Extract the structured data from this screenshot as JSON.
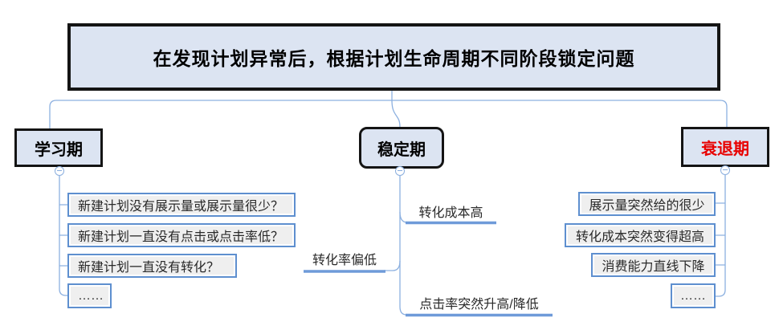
{
  "title": {
    "text": "在发现计划异常后，根据计划生命周期不同阶段锁定问题"
  },
  "branches": [
    {
      "label": "学习期",
      "children": [
        "新建计划没有展示量或展示量很少？",
        "新建计划一直没有点击或点击率低？",
        "新建计划一直没有转化？",
        "……"
      ]
    },
    {
      "label": "稳定期",
      "children": [
        "转化成本高",
        "转化率偏低",
        "点击率突然升高/降低"
      ]
    },
    {
      "label": "衰退期",
      "children": [
        "展示量突然给的很少",
        "转化成本突然变得超高",
        "消费能力直线下降",
        "……"
      ]
    }
  ],
  "icons": {
    "collapse": "minus-circle-icon"
  },
  "colors": {
    "node_fill": "#dce4f2",
    "node_border": "#141414",
    "child_border": "#5e8fcf",
    "child_fill": "#efefef",
    "connector": "#8cb0e0",
    "underline": "#6f9bd9",
    "decline_text": "#e80000"
  }
}
